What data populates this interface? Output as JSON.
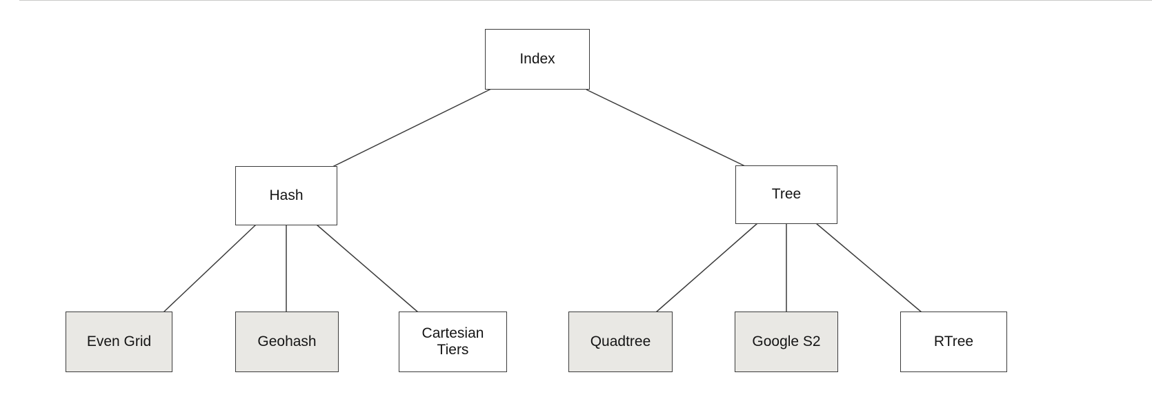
{
  "diagram": {
    "nodes": {
      "index": "Index",
      "hash": "Hash",
      "tree": "Tree",
      "even_grid": "Even Grid",
      "geohash": "Geohash",
      "cartesian_tiers": "Cartesian Tiers",
      "quadtree": "Quadtree",
      "google_s2": "Google S2",
      "rtree": "RTree"
    },
    "colors": {
      "border": "#3a3a3a",
      "shaded_fill": "#e9e8e4",
      "plain_fill": "#ffffff"
    }
  }
}
